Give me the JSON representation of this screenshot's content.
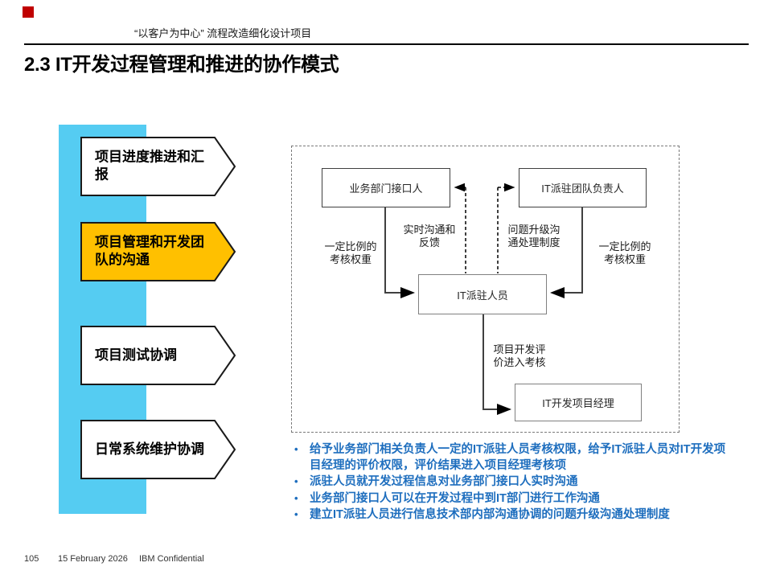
{
  "header": {
    "project": "“以客户为中心” 流程改造细化设计项目"
  },
  "title": "2.3 IT开发过程管理和推进的协作模式",
  "sidebar": {
    "bar_color": "#55ccf2",
    "items": [
      {
        "label": "项目进度推进和汇报",
        "fill": "#ffffff"
      },
      {
        "label": "项目管理和开发团队的沟通",
        "fill": "#ffc000"
      },
      {
        "label": "项目测试协调",
        "fill": "#ffffff"
      },
      {
        "label": "日常系统维护协调",
        "fill": "#ffffff"
      }
    ]
  },
  "diagram": {
    "nodes": {
      "business_contact": "业务部门接口人",
      "it_team_lead": "IT派驻团队负责人",
      "it_resident": "IT派驻人员",
      "it_dev_pm": "IT开发项目经理"
    },
    "labels": {
      "realtime_feedback": "实时沟通和反馈",
      "escalation": "问题升级沟通处理制度",
      "weight_left": "一定比例的考核权重",
      "weight_right": "一定比例的考核权重",
      "evaluation": "项目开发评价进入考核"
    }
  },
  "bullets": [
    "给予业务部门相关负责人一定的IT派驻人员考核权限，给予IT派驻人员对IT开发项目经理的评价权限，评价结果进入项目经理考核项",
    "派驻人员就开发过程信息对业务部门接口人实时沟通",
    "业务部门接口人可以在开发过程中到IT部门进行工作沟通",
    "建立IT派驻人员进行信息技术部内部沟通协调的问题升级沟通处理制度"
  ],
  "footer": {
    "page": "105",
    "date": "15 February 2026",
    "confidential": "IBM Confidential"
  },
  "colors": {
    "logo_red": "#c00000",
    "accent_cyan": "#55ccf2",
    "highlight_yellow": "#ffc000",
    "bullet_blue": "#1e6ebe"
  }
}
